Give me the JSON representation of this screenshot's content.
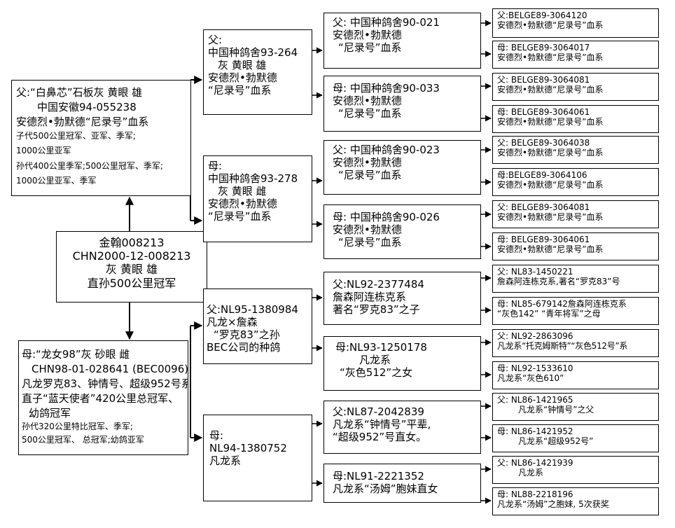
{
  "subject": {
    "lines": [
      "金翰008213",
      "CHN2000-12-008213",
      "灰 黄眼 雄",
      "直孙500公里冠军"
    ]
  },
  "sire": {
    "lines": [
      "父:“白鼻芯”石板灰 黄眼 雄",
      "中国安徽94-055238",
      "安德烈•勃默德“尼录号”血系",
      "子代500公里冠军、亚军、季军;",
      "1000公里亚军",
      "孙代400公里季军;500公里冠军、季军;",
      "1000公里亚军、季军"
    ]
  },
  "dam": {
    "lines": [
      "母:“龙女98”灰 砂眼 雌",
      "CHN98-01-028641 (BEC0096)",
      "凡龙罗克83、钟情号、超级952号系",
      "直子“蓝天使者”420公里总冠军、",
      "幼鸽冠军",
      "孙代320公里特比冠军、季军;",
      "500公里冠军、 总冠军;幼鸽亚军"
    ]
  },
  "sire_father": {
    "lines": [
      "父:",
      "中国种鸽舍93-264",
      "灰 黄眼 雄",
      "安德烈•勃默德",
      "“尼录号”血系"
    ]
  },
  "sire_mother": {
    "lines": [
      "母:",
      "中国种鸽舍93-278",
      "灰 黄眼 雌",
      "安德烈•勃默德",
      "“尼录号”血系"
    ]
  },
  "dam_father": {
    "lines": [
      "父:NL95-1380984",
      "凡龙×詹森",
      "“罗克83”之孙",
      "BEC公司的种鸽"
    ]
  },
  "dam_mother": {
    "lines": [
      "母:",
      "NL94-1380752",
      "凡龙系"
    ]
  },
  "g3": [
    {
      "lines": [
        "父: 中国种鸽舍90-021",
        "安德烈•勃默德",
        "“尼录号”血系"
      ]
    },
    {
      "lines": [
        "母: 中国种鸽舍90-033",
        "安德烈•勃默德",
        "“尼录号”血系"
      ]
    },
    {
      "lines": [
        "父: 中国种鸽舍90-023",
        "安德烈•勃默德",
        "“尼录号”血系"
      ]
    },
    {
      "lines": [
        "母: 中国种鸽舍90-026",
        "安德烈•勃默德",
        "“尼录号”血系"
      ]
    },
    {
      "lines": [
        "父:NL92-2377484",
        "詹森阿连栋克系",
        "著名“罗克83”之子"
      ]
    },
    {
      "lines": [
        "母:NL93-1250178",
        "凡龙系",
        "“灰色512”之女"
      ]
    },
    {
      "lines": [
        "父:NL87-2042839",
        "凡龙系“钟情号”平辈,",
        "“超级952”号直女。"
      ]
    },
    {
      "lines": [
        "母:NL91-2221352",
        "凡龙系“汤姆”胞妹直女"
      ]
    }
  ],
  "g4": [
    {
      "lines": [
        "父:BELGE89-3064120",
        "安德烈•勃默德“尼录号”血系"
      ]
    },
    {
      "lines": [
        "母: BELGE89-3064017",
        "安德烈•勃默德“尼录号”血系"
      ]
    },
    {
      "lines": [
        "父: BELGE89-3064081",
        "安德烈•勃默德“尼录号”血系"
      ]
    },
    {
      "lines": [
        "母: BELGE89-3064061",
        "安德烈•勃默德“尼录号”血系"
      ]
    },
    {
      "lines": [
        "父: BELGE89-3064038",
        "安德烈•勃默德“尼录号”血系"
      ]
    },
    {
      "lines": [
        "母:BELGE89-3064106",
        "安德烈•勃默德“尼录号”血系"
      ]
    },
    {
      "lines": [
        "父: BELGE89-3064081",
        "安德烈•勃默德“尼录号”血系"
      ]
    },
    {
      "lines": [
        "母: BELGE89-3064061",
        "安德烈•勃默德“尼录号”血系"
      ]
    },
    {
      "lines": [
        "父: NL83-1450221",
        "詹森阿连栋克系,著名“罗克83”号"
      ]
    },
    {
      "lines": [
        "母: NL85-679142詹森阿连栋克系",
        "“灰色142” “青年将军”之母"
      ]
    },
    {
      "lines": [
        "父: NL92-2863096",
        "凡龙系“托克姆斯特”“灰色512号”系"
      ]
    },
    {
      "lines": [
        "母: NL92-1533610",
        "凡龙系“灰色610”"
      ]
    },
    {
      "lines": [
        "父: NL86-1421965",
        "凡龙系“钟情号”之父"
      ]
    },
    {
      "lines": [
        "母: NL86-1421952",
        "凡龙系“超级952号”"
      ]
    },
    {
      "lines": [
        "父: NL86-1421939",
        "凡龙系"
      ]
    },
    {
      "lines": [
        "母: NL88-2218196",
        "凡龙系“汤姆”之胞妹, 5次获奖"
      ]
    }
  ]
}
